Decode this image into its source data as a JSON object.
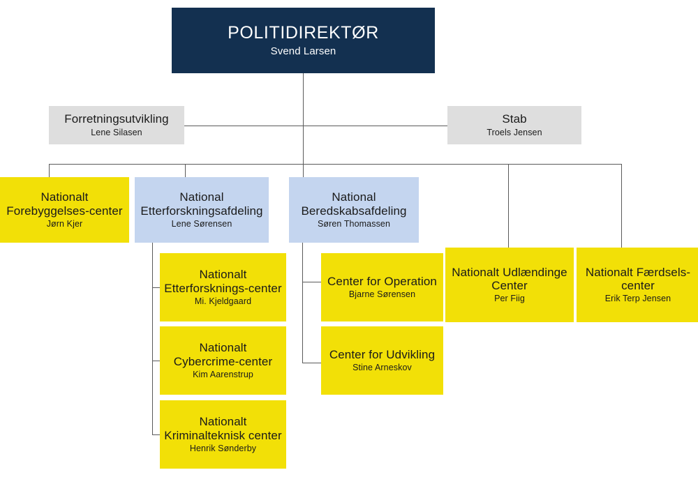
{
  "chart": {
    "kind": "organizational-chart",
    "colors": {
      "root_bg": "#133050",
      "root_text": "#ffffff",
      "staff_bg": "#dedede",
      "department_bg": "#c4d5ef",
      "center_bg": "#f2e007",
      "body_text": "#1a1a1a",
      "connector": "#5a5a5a",
      "page_bg": "#ffffff"
    }
  },
  "root": {
    "title": "POLITIDIREKTØR",
    "person": "Svend Larsen"
  },
  "staff": [
    {
      "title": "Forretningsutvikling",
      "person": "Lene Silasen"
    },
    {
      "title": "Stab",
      "person": "Troels Jensen"
    }
  ],
  "divisions": [
    {
      "title": "Nationalt Forebyggelses-center",
      "title_line1": "Nationalt",
      "title_line2": "Forebyggelses-center",
      "person": "Jørn Kjer"
    },
    {
      "title": "National Etterforskningsafdeling",
      "title_line1": "National",
      "title_line2": "Etterforskningsafdeling",
      "person": "Lene Sørensen"
    },
    {
      "title": "National Beredskabsafdeling",
      "title_line1": "National",
      "title_line2": "Beredskabsafdeling",
      "person": "Søren Thomassen"
    },
    {
      "title": "Nationalt Udlændinge Center",
      "title_line1": "Nationalt Udlændinge",
      "title_line2": "Center",
      "person": "Per Fiig"
    },
    {
      "title": "Nationalt Færdsels-center",
      "title_line1": "Nationalt Færdsels-",
      "title_line2": "center",
      "person": "Erik Terp Jensen"
    }
  ],
  "investigation_units": [
    {
      "title": "Nationalt Etterforsknings-center",
      "title_line1": "Nationalt",
      "title_line2": "Etterforsknings-center",
      "person": "Mi. Kjeldgaard"
    },
    {
      "title": "Nationalt Cybercrime-center",
      "title_line1": "Nationalt",
      "title_line2": "Cybercrime-center",
      "person": "Kim Aarenstrup"
    },
    {
      "title": "Nationalt Kriminalteknisk center",
      "title_line1": "Nationalt",
      "title_line2": "Kriminalteknisk center",
      "person": "Henrik Sønderby"
    }
  ],
  "preparedness_units": [
    {
      "title": "Center for Operation",
      "title_line1": "Center for Operation",
      "title_line2": "",
      "person": "Bjarne Sørensen"
    },
    {
      "title": "Center for Udvikling",
      "title_line1": "Center for Udvikling",
      "title_line2": "",
      "person": "Stine Arneskov"
    }
  ]
}
